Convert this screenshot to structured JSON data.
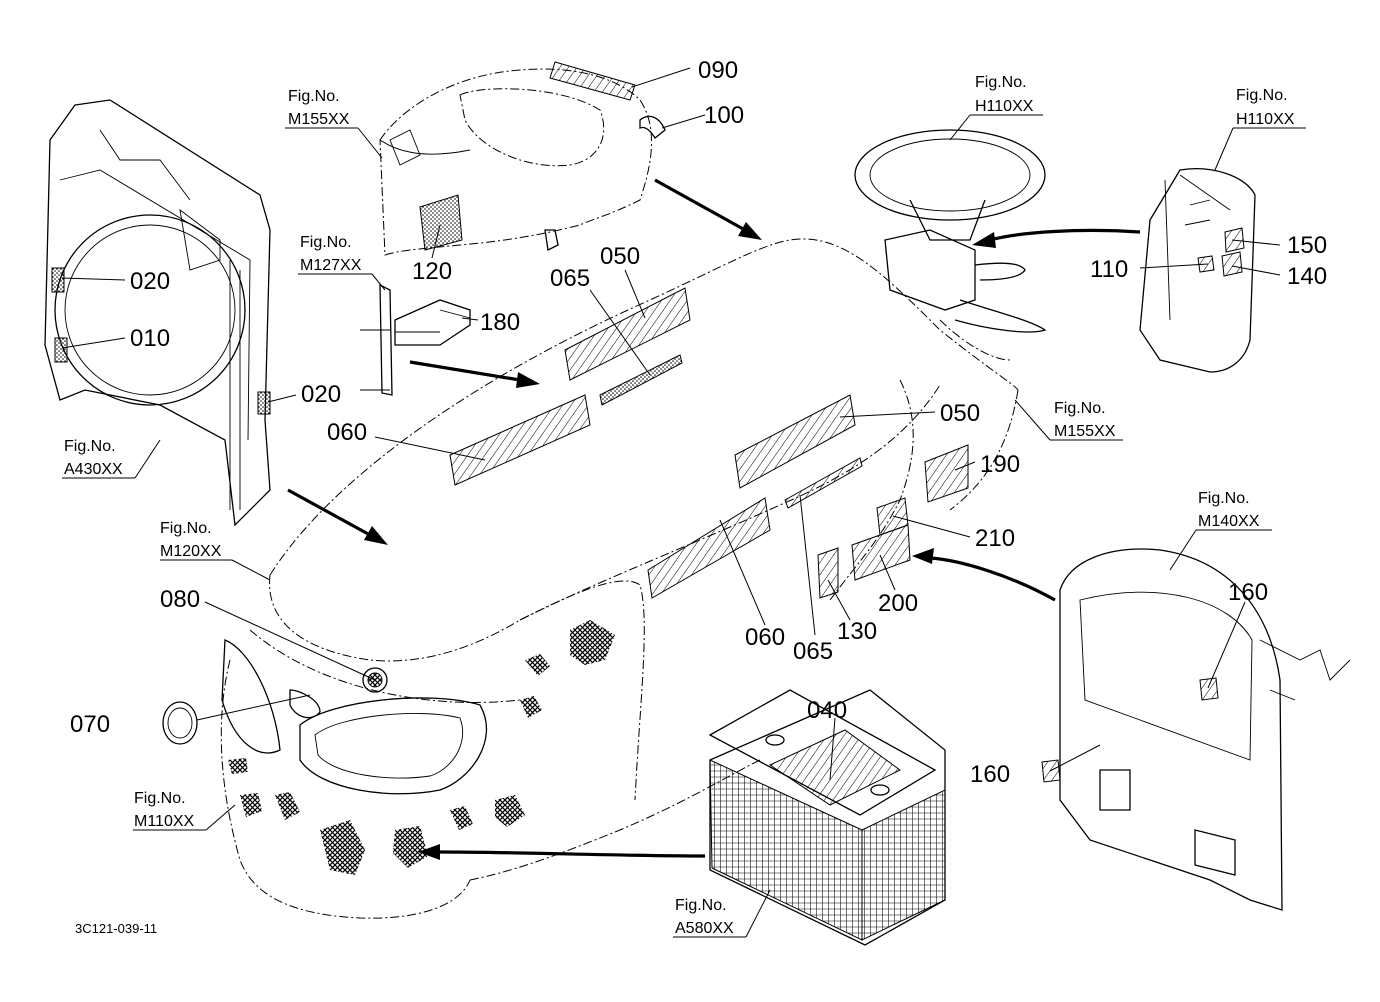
{
  "document_id": "3C121-039-11",
  "callouts": [
    {
      "id": "c090",
      "text": "090"
    },
    {
      "id": "c100",
      "text": "100"
    },
    {
      "id": "c120",
      "text": "120"
    },
    {
      "id": "c020a",
      "text": "020"
    },
    {
      "id": "c010",
      "text": "010"
    },
    {
      "id": "c020b",
      "text": "020"
    },
    {
      "id": "c180",
      "text": "180"
    },
    {
      "id": "c065a",
      "text": "065"
    },
    {
      "id": "c050a",
      "text": "050"
    },
    {
      "id": "c060a",
      "text": "060"
    },
    {
      "id": "c050b",
      "text": "050"
    },
    {
      "id": "c190",
      "text": "190"
    },
    {
      "id": "c210",
      "text": "210"
    },
    {
      "id": "c200",
      "text": "200"
    },
    {
      "id": "c130",
      "text": "130"
    },
    {
      "id": "c065b",
      "text": "065"
    },
    {
      "id": "c060b",
      "text": "060"
    },
    {
      "id": "c080",
      "text": "080"
    },
    {
      "id": "c070",
      "text": "070"
    },
    {
      "id": "c040",
      "text": "040"
    },
    {
      "id": "c150",
      "text": "150"
    },
    {
      "id": "c110",
      "text": "110"
    },
    {
      "id": "c140",
      "text": "140"
    },
    {
      "id": "c160a",
      "text": "160"
    },
    {
      "id": "c160b",
      "text": "160"
    }
  ],
  "figure_refs": [
    {
      "id": "f1",
      "label": "Fig.No.",
      "code": "M155XX"
    },
    {
      "id": "f2",
      "label": "Fig.No.",
      "code": "M127XX"
    },
    {
      "id": "f3",
      "label": "Fig.No.",
      "code": "A430XX"
    },
    {
      "id": "f4",
      "label": "Fig.No.",
      "code": "M120XX"
    },
    {
      "id": "f5",
      "label": "Fig.No.",
      "code": "M110XX"
    },
    {
      "id": "f6",
      "label": "Fig.No.",
      "code": "H110XX"
    },
    {
      "id": "f7",
      "label": "Fig.No.",
      "code": "H110XX"
    },
    {
      "id": "f8",
      "label": "Fig.No.",
      "code": "M155XX"
    },
    {
      "id": "f9",
      "label": "Fig.No.",
      "code": "M140XX"
    },
    {
      "id": "f10",
      "label": "Fig.No.",
      "code": "A580XX"
    }
  ]
}
